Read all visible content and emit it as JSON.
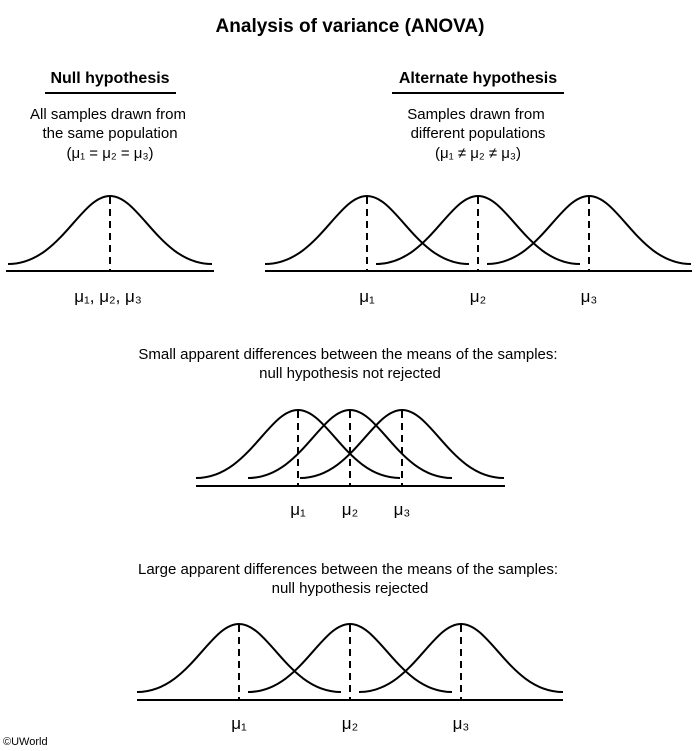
{
  "title": "Analysis of variance (ANOVA)",
  "null_hypothesis": {
    "heading": "Null hypothesis",
    "line1": "All samples drawn from",
    "line2": "the same population",
    "formula": "(μ₁ = μ₂ = μ₃)",
    "label": "μ₁, μ₂, μ₃"
  },
  "alternate_hypothesis": {
    "heading": "Alternate hypothesis",
    "line1": "Samples drawn from",
    "line2": "different populations",
    "formula": "(μ₁ ≠ μ₂ ≠ μ₃)",
    "labels": [
      "μ₁",
      "μ₂",
      "μ₃"
    ]
  },
  "small_differences": {
    "line1": "Small apparent differences between the means of the samples:",
    "line2": "null hypothesis not rejected",
    "labels": [
      "μ₁",
      "μ₂",
      "μ₃"
    ]
  },
  "large_differences": {
    "line1": "Large apparent differences between the means of the samples:",
    "line2": "null hypothesis rejected",
    "labels": [
      "μ₁",
      "μ₂",
      "μ₃"
    ]
  },
  "copyright": "©UWorld",
  "colors": {
    "ink": "#000000",
    "background": "#ffffff"
  }
}
